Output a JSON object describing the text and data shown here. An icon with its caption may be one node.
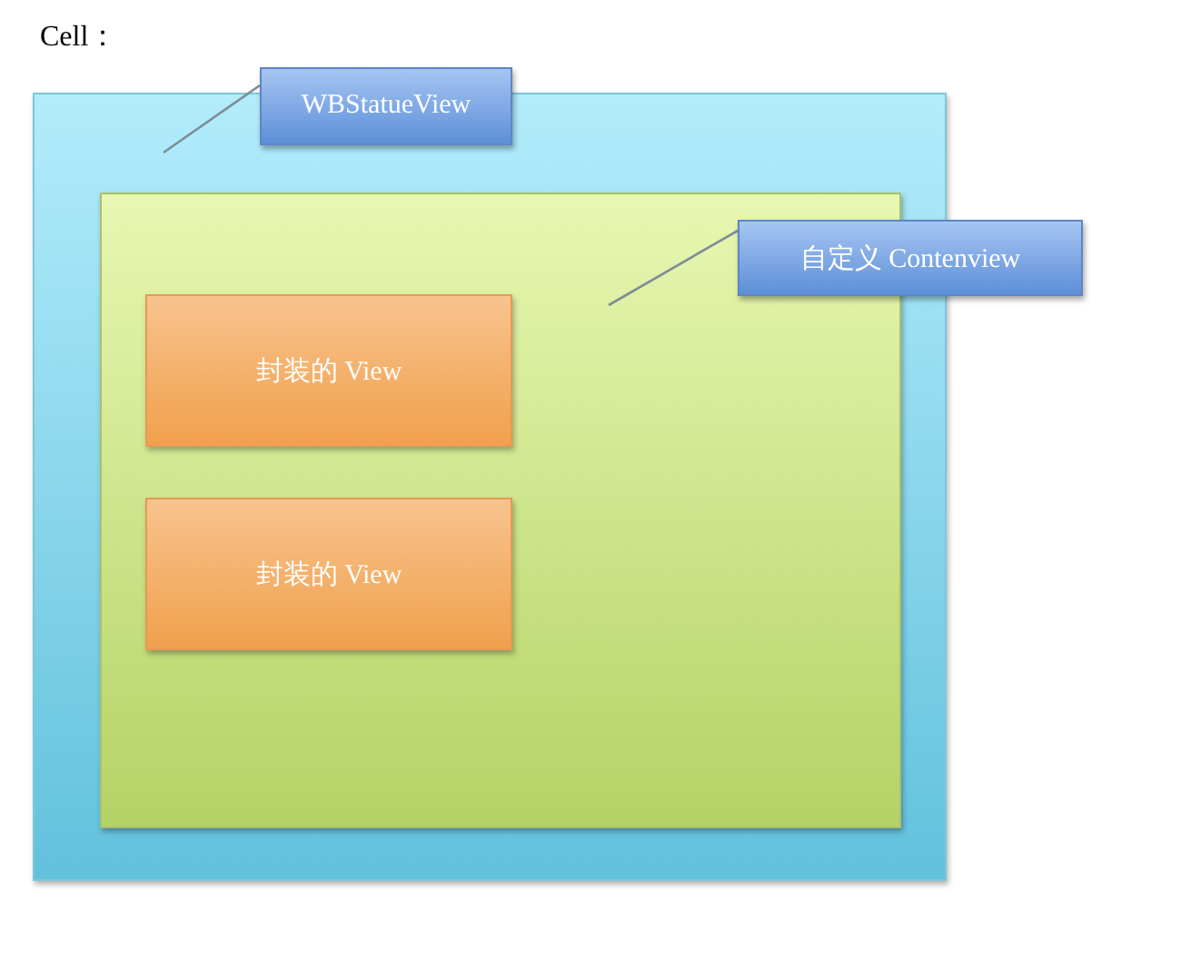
{
  "diagram": {
    "title": "Cell：",
    "nodes": [
      {
        "text": [],
        "shape": "box"
      },
      {
        "text": [
          "WBStatueView"
        ]
      },
      {
        "text": [],
        "shape": "box",
        "in": 0
      },
      {
        "text": [
          "自定义 Contenview"
        ]
      },
      {
        "text": [
          "封装的 View"
        ],
        "in": 2
      },
      {
        "text": [
          "封装的 View"
        ],
        "in": 2
      }
    ],
    "edges": [
      {
        "from": 1,
        "to": 0,
        "arrow": "none"
      },
      {
        "from": 3,
        "to": 2,
        "arrow": "none"
      }
    ]
  }
}
